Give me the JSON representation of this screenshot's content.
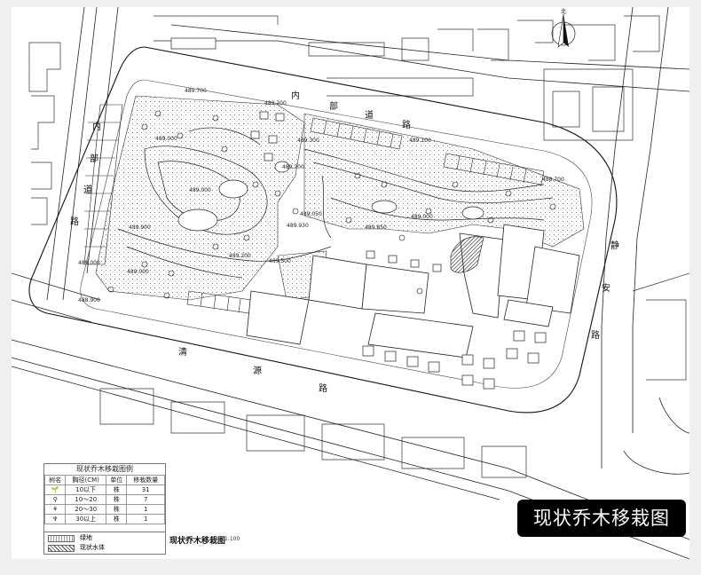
{
  "badge": "现状乔木移栽图",
  "drawing_title": "现状乔木移栽图",
  "scale": "1:100",
  "north_label": "北",
  "roads": {
    "nei_bu_dao_lu_left": [
      "内",
      "部",
      "道",
      "路"
    ],
    "nei_bu_dao_lu_top": [
      "内",
      "部",
      "道",
      "路"
    ],
    "jing_an_lu": [
      "静",
      "安",
      "路"
    ],
    "qing_yuan_lu": [
      "清",
      "源",
      "路"
    ]
  },
  "elevations": [
    "489.700",
    "489.200",
    "489.000",
    "489.300",
    "489.100",
    "489.200",
    "489.000",
    "489.050",
    "489.900",
    "489.000",
    "489.850",
    "489.930",
    "489.500",
    "489.200",
    "489.000",
    "488.900",
    "488.700",
    "489.000"
  ],
  "legend": {
    "title": "现状乔木移栽图例",
    "headers": [
      "树名",
      "胸径(CM)",
      "单位",
      "移栽数量"
    ],
    "rows": [
      {
        "symbol": "🌱",
        "dbh": "10以下",
        "unit": "株",
        "count": "31"
      },
      {
        "symbol": "⚲",
        "dbh": "10〜20",
        "unit": "株",
        "count": "7"
      },
      {
        "symbol": "⚘",
        "dbh": "20〜30",
        "unit": "株",
        "count": "1"
      },
      {
        "symbol": "♆",
        "dbh": "30以上",
        "unit": "株",
        "count": "1"
      }
    ]
  },
  "legend_areas": [
    {
      "label": "绿地"
    },
    {
      "label": "现状水体"
    }
  ]
}
